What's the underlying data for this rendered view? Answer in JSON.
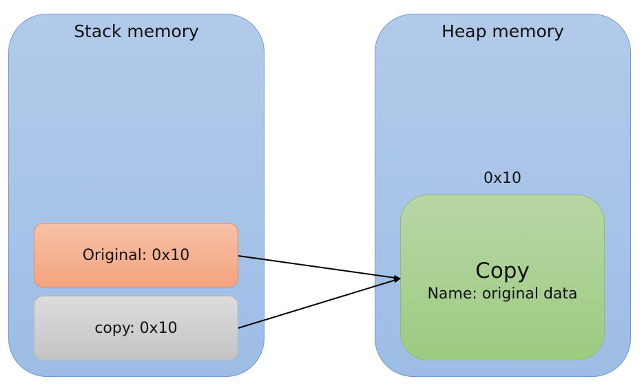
{
  "stack": {
    "title": "Stack memory",
    "original_label": "Original: 0x10",
    "copy_label": "copy: 0x10"
  },
  "heap": {
    "title": "Heap memory",
    "address": "0x10",
    "object_title": "Copy",
    "object_field": "Name: original data"
  },
  "colors": {
    "panel": "#a8c4e8",
    "original": "#f5b090",
    "copy": "#cfcfcf",
    "heap_object": "#a9d08e"
  }
}
